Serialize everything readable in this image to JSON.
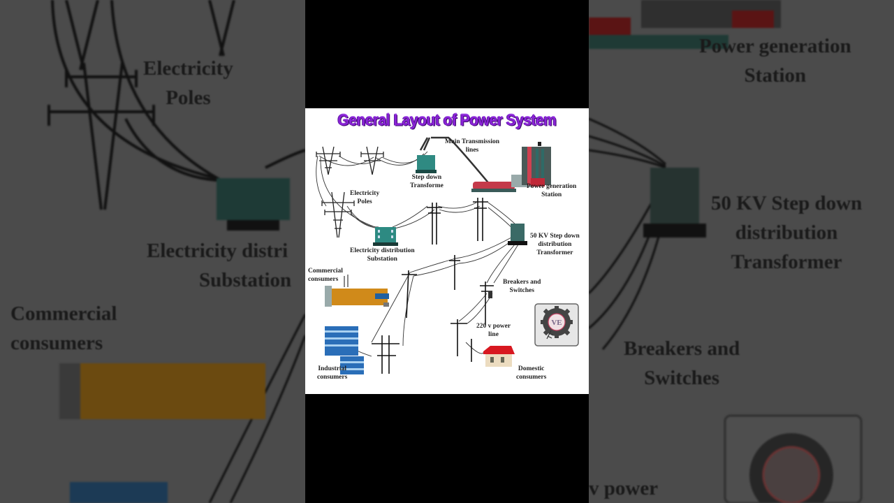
{
  "diagram": {
    "title": "General Layout of Power System",
    "title_color": "#8a22d6",
    "nodes": [
      {
        "id": "electricity-poles",
        "label_line1": "Electricity",
        "label_line2": "Poles"
      },
      {
        "id": "step-down-transformer",
        "label_line1": "Step down",
        "label_line2": "Transforme"
      },
      {
        "id": "main-transmission-lines",
        "label_line1": "Main Transmission",
        "label_line2": "lines"
      },
      {
        "id": "power-generation-station",
        "label_line1": "Power generation",
        "label_line2": "Station"
      },
      {
        "id": "distribution-substation",
        "label_line1": "Electricity distribution",
        "label_line2": "Substation"
      },
      {
        "id": "50kv-transformer",
        "label_line1": "50 KV Step down",
        "label_line2": "distribution",
        "label_line3": "Transformer"
      },
      {
        "id": "commercial-consumers",
        "label_line1": "Commercial",
        "label_line2": "consumers"
      },
      {
        "id": "breakers-switches",
        "label_line1": "Breakers and",
        "label_line2": "Switches"
      },
      {
        "id": "220v-power-line",
        "label_line1": "220 v power",
        "label_line2": "line"
      },
      {
        "id": "industrial-consumers",
        "label_line1": "Industrial",
        "label_line2": "consumers"
      },
      {
        "id": "domestic-consumers",
        "label_line1": "Domestic",
        "label_line2": "consumers"
      }
    ],
    "logo": {
      "text": "VE",
      "icon": "gear-bulb-logo-icon"
    }
  },
  "background": {
    "left": {
      "poles_line1": "Electricity",
      "poles_line2": "Poles",
      "substation_line1": "Electricity distri",
      "substation_line2": "Substation",
      "commercial_line1": "Commercial",
      "commercial_line2": "consumers"
    },
    "right": {
      "station_line1": "Power generation",
      "station_line2": "Station",
      "transformer_line1": "50 KV Step down",
      "transformer_line2": "distribution",
      "transformer_line3": "Transformer",
      "breakers_line1": "Breakers and",
      "breakers_line2": "Switches",
      "power_partial": "v power"
    }
  }
}
